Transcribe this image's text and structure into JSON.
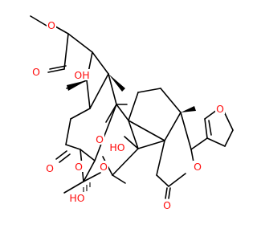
{
  "colors": {
    "bond": "#000000",
    "oxygen": "#ff0d0d",
    "background": "#ffffff"
  },
  "atoms": {
    "o_ester_methoxy": "O",
    "o_ester_carbonyl": "O",
    "o_hydroxy_side": "OH",
    "o_furan": "O",
    "o_bridge_ether": "O",
    "o_hydroxy_center": "HO",
    "o_ketone": "O",
    "o_ketal": "O",
    "o_ring_ether": "O",
    "o_hydroxy_bottom": "HO",
    "o_lactone_ring": "O",
    "o_lactone_carbonyl": "O"
  }
}
